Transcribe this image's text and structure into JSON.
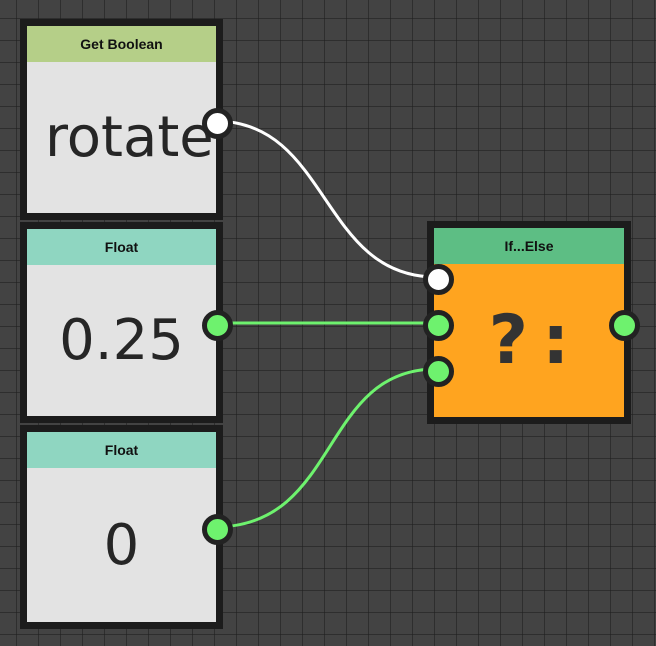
{
  "colors": {
    "canvas_background": "#434343",
    "node_frame": "#1c1c1c",
    "boolean_header": "#b5cf88",
    "float_header": "#8fd6c1",
    "logic_header": "#5dbe84",
    "value_body": "#e3e3e3",
    "logic_body": "#ffa41f",
    "boolean_wire": "#ffffff",
    "float_wire": "#6ef26e"
  },
  "nodes": {
    "get_boolean": {
      "header": "Get Boolean",
      "value": "rotate",
      "output_port": {
        "type": "boolean",
        "icon": "white-circle"
      }
    },
    "float_a": {
      "header": "Float",
      "value": "0.25",
      "output_port": {
        "type": "float",
        "icon": "green-circle"
      }
    },
    "float_b": {
      "header": "Float",
      "value": "0",
      "output_port": {
        "type": "float",
        "icon": "green-circle"
      }
    },
    "if_else": {
      "header": "If...Else",
      "symbol": "?:",
      "input_ports": [
        {
          "type": "boolean",
          "icon": "white-circle"
        },
        {
          "type": "float",
          "icon": "green-circle"
        },
        {
          "type": "float",
          "icon": "green-circle"
        }
      ],
      "output_port": {
        "type": "float",
        "icon": "green-circle"
      }
    }
  },
  "connections": [
    {
      "from": "get_boolean.output",
      "to": "if_else.input_0",
      "type": "boolean"
    },
    {
      "from": "float_a.output",
      "to": "if_else.input_1",
      "type": "float"
    },
    {
      "from": "float_b.output",
      "to": "if_else.input_2",
      "type": "float"
    }
  ]
}
